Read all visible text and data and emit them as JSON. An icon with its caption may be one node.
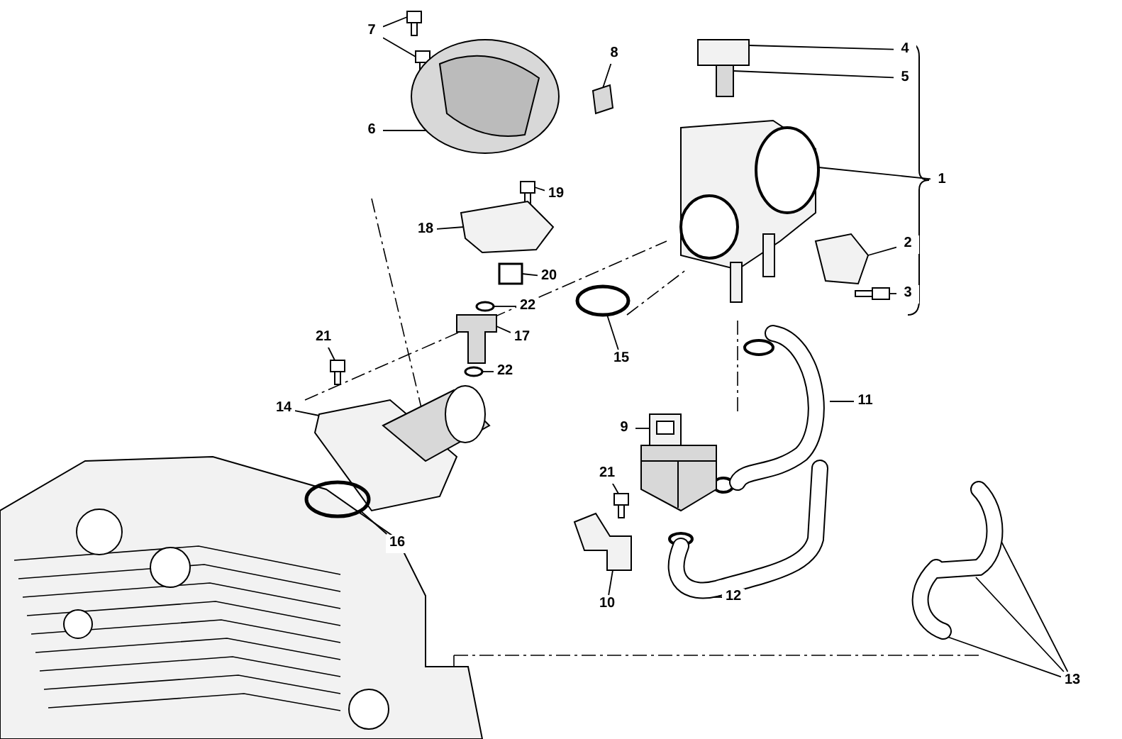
{
  "diagram": {
    "nodes": [
      {
        "text": [
          "7"
        ]
      },
      {
        "text": [
          "8"
        ]
      },
      {
        "text": [
          "4"
        ]
      },
      {
        "text": [
          "5"
        ]
      },
      {
        "text": [
          "6"
        ]
      },
      {
        "text": [
          "1"
        ]
      },
      {
        "text": [
          "19"
        ]
      },
      {
        "text": [
          "18"
        ]
      },
      {
        "text": [
          "2"
        ]
      },
      {
        "text": [
          "20"
        ]
      },
      {
        "text": [
          "3"
        ]
      },
      {
        "text": [
          "22"
        ]
      },
      {
        "text": [
          "17"
        ]
      },
      {
        "text": [
          "21"
        ]
      },
      {
        "text": [
          "15"
        ]
      },
      {
        "text": [
          "22"
        ]
      },
      {
        "text": [
          "11"
        ]
      },
      {
        "text": [
          "14"
        ]
      },
      {
        "text": [
          "9"
        ]
      },
      {
        "text": [
          "21"
        ]
      },
      {
        "text": [
          "16"
        ]
      },
      {
        "text": [
          "10"
        ]
      },
      {
        "text": [
          "12"
        ]
      },
      {
        "text": [
          "13"
        ]
      },
      {
        "text": [],
        "shape": "picture"
      },
      {
        "text": [],
        "shape": "picture"
      },
      {
        "text": [],
        "shape": "picture"
      },
      {
        "text": [],
        "shape": "picture"
      },
      {
        "text": [],
        "shape": "picture"
      },
      {
        "text": [],
        "shape": "picture"
      },
      {
        "text": [],
        "shape": "picture"
      },
      {
        "text": [],
        "shape": "picture"
      },
      {
        "text": [],
        "shape": "picture"
      },
      {
        "text": [],
        "shape": "box"
      },
      {
        "text": [],
        "shape": "picture"
      },
      {
        "text": [],
        "shape": "picture"
      },
      {
        "text": [],
        "shape": "picture"
      },
      {
        "text": [],
        "shape": "picture"
      },
      {
        "text": [],
        "shape": "circle"
      },
      {
        "text": [],
        "shape": "picture"
      },
      {
        "text": [],
        "shape": "picture"
      },
      {
        "text": [],
        "shape": "picture"
      },
      {
        "text": [],
        "shape": "picture"
      },
      {
        "text": [],
        "shape": "picture"
      },
      {
        "text": [],
        "shape": "circle"
      },
      {
        "text": [],
        "shape": "picture"
      },
      {
        "text": [],
        "shape": "picture"
      },
      {
        "text": [],
        "shape": "picture"
      }
    ],
    "edges": [
      {
        "from": 0,
        "to": 24,
        "arrow": "none"
      },
      {
        "from": 0,
        "to": 25,
        "arrow": "none"
      },
      {
        "from": 1,
        "to": 26,
        "arrow": "none"
      },
      {
        "from": 2,
        "to": 27,
        "arrow": "none"
      },
      {
        "from": 3,
        "to": 27,
        "arrow": "none"
      },
      {
        "from": 4,
        "to": 28,
        "arrow": "none"
      },
      {
        "from": 5,
        "to": 29,
        "arrow": "none"
      },
      {
        "from": 6,
        "to": 30,
        "arrow": "none"
      },
      {
        "from": 7,
        "to": 31,
        "arrow": "none"
      },
      {
        "from": 8,
        "to": 32,
        "arrow": "none"
      },
      {
        "from": 9,
        "to": 33,
        "arrow": "none"
      },
      {
        "from": 10,
        "to": 34,
        "arrow": "none"
      },
      {
        "from": 11,
        "to": 35,
        "arrow": "none"
      },
      {
        "from": 12,
        "to": 36,
        "arrow": "none"
      },
      {
        "from": 13,
        "to": 37,
        "arrow": "none"
      },
      {
        "from": 14,
        "to": 38,
        "arrow": "none"
      },
      {
        "from": 15,
        "to": 39,
        "arrow": "none"
      },
      {
        "from": 16,
        "to": 40,
        "arrow": "none"
      },
      {
        "from": 17,
        "to": 41,
        "arrow": "none"
      },
      {
        "from": 18,
        "to": 42,
        "arrow": "none"
      },
      {
        "from": 19,
        "to": 43,
        "arrow": "none"
      },
      {
        "from": 20,
        "to": 44,
        "arrow": "none"
      },
      {
        "from": 21,
        "to": 45,
        "arrow": "none"
      },
      {
        "from": 22,
        "to": 46,
        "arrow": "none"
      },
      {
        "from": 23,
        "to": 47,
        "arrow": "none"
      },
      {
        "from": 23,
        "to": 47,
        "arrow": "none"
      },
      {
        "from": 23,
        "to": 47,
        "arrow": "none"
      }
    ]
  }
}
